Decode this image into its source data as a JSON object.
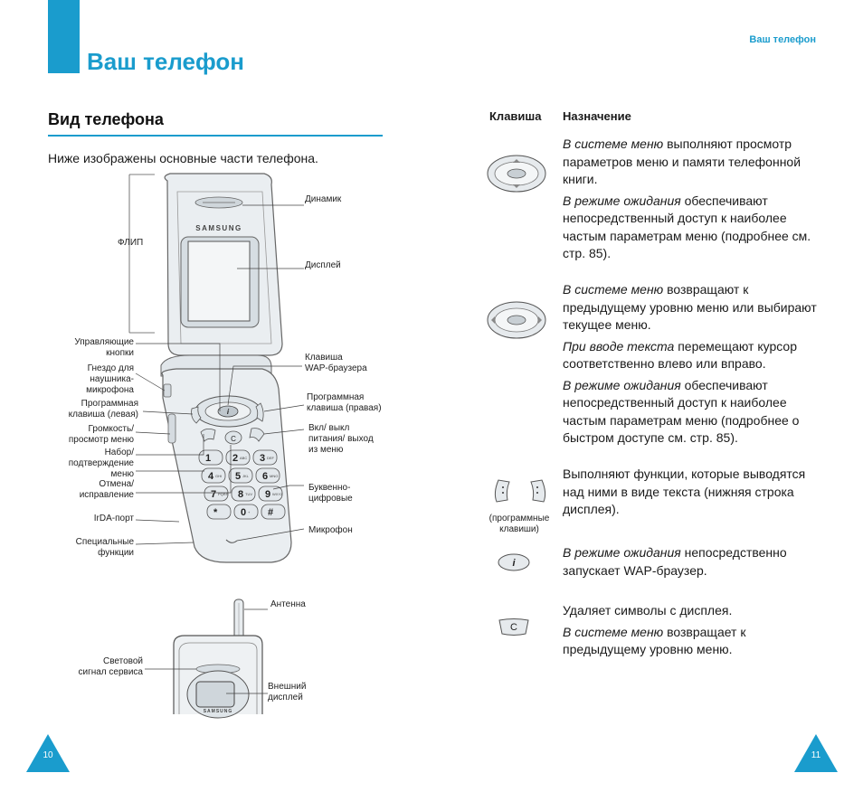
{
  "header": {
    "running_title": "Ваш телефон",
    "title": "Ваш телефон"
  },
  "section": {
    "title": "Вид телефона",
    "intro": "Ниже изображены основные части телефона."
  },
  "phone_labels": {
    "flip": "ФЛИП",
    "speaker": "Динамик",
    "display": "Дисплей",
    "nav_keys": [
      "Управляющие",
      "кнопки"
    ],
    "headset_jack": [
      "Гнездо для",
      "наушника-",
      "микрофона"
    ],
    "soft_left": [
      "Программная",
      "клавиша (левая)"
    ],
    "volume": [
      "Громкость/",
      "просмотр меню"
    ],
    "dial": [
      "Набор/",
      "подтверждение",
      "меню"
    ],
    "cancel": [
      "Отмена/",
      "исправление"
    ],
    "irda": "IrDA-порт",
    "special": [
      "Специальные",
      "функции"
    ],
    "wap_key": [
      "Клавиша",
      "WAP-браузера"
    ],
    "soft_right": [
      "Программная",
      "клавиша (правая)"
    ],
    "power": [
      "Вкл/ выкл",
      "питания/ выход",
      "из меню"
    ],
    "alnum": [
      "Буквенно-",
      "цифровые"
    ],
    "mic": "Микрофон",
    "antenna": "Антенна",
    "service_light": [
      "Световой",
      "сигнал сервиса"
    ],
    "ext_display": [
      "Внешний",
      "дисплей"
    ],
    "brand": "SAMSUNG"
  },
  "keypad": {
    "digits": [
      "1",
      "2",
      "3",
      "4",
      "5",
      "6",
      "7",
      "8",
      "9",
      "*",
      "0",
      "#"
    ],
    "letters": [
      "",
      "ABC",
      "DEF",
      "GHI",
      "JKL",
      "MNO",
      "PQRS",
      "TUV",
      "WXYZ",
      "",
      "+",
      ""
    ],
    "ok_key": "i",
    "clear_key": "C"
  },
  "table": {
    "col_key": "Клавиша",
    "col_purpose": "Назначение",
    "rows": [
      {
        "icon": "nav-updown-key-icon",
        "p1_em": "В системе меню",
        "p1_rest": " выполняют просмотр параметров меню и памяти телефонной книги.",
        "p2_em": "В режиме ожидания",
        "p2_rest": " обеспечивают непосредственный доступ к наиболее частым параметрам меню (подробнее см. стр. 85)."
      },
      {
        "icon": "nav-leftright-key-icon",
        "p1_em": "В системе меню",
        "p1_rest": " возвращают к предыдущему уровню меню или выбирают текущее меню.",
        "p2_em": "При вводе текста",
        "p2_rest": " перемещают курсор соответственно влево или вправо.",
        "p3_em": "В режиме ожидания",
        "p3_rest": " обеспечивают непосредственный доступ к наиболее частым параметрам меню (подробнее о быстром доступе см. стр. 85)."
      },
      {
        "icon": "soft-keys-icon",
        "caption": "(программные клавиши)",
        "p1": "Выполняют функции, которые выводятся над ними в виде текста (нижняя строка дисплея)."
      },
      {
        "icon": "wap-key-icon",
        "p1_em": "В режиме ожидания",
        "p1_rest": " непосредственно запускает WAP-браузер."
      },
      {
        "icon": "clear-key-icon",
        "p1": "Удаляет символы с дисплея.",
        "p2_em": "В системе меню",
        "p2_rest": " возвращает к предыдущему уровню меню."
      }
    ]
  },
  "footer": {
    "page_left": "10",
    "page_right": "11"
  },
  "colors": {
    "accent": "#1a9ccd"
  }
}
